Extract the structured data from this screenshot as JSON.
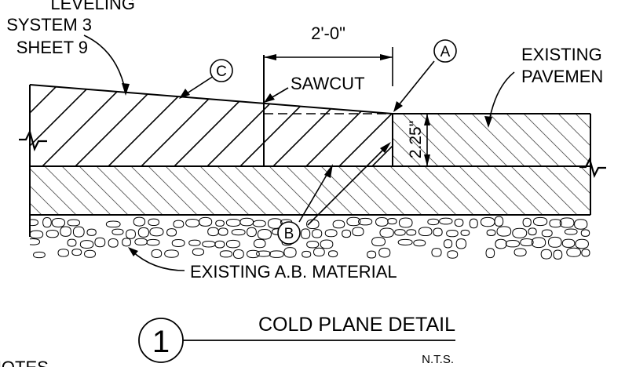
{
  "labels": {
    "leveling_1": "LEVELING",
    "leveling_2": "SYSTEM 3",
    "leveling_3": "SHEET 9",
    "dim_width": "2'-0\"",
    "sawcut": "SAWCUT",
    "existing_1": "EXISTING",
    "existing_2": "PAVEMEN",
    "dim_depth": "2.25\"",
    "base_material": "EXISTING A.B. MATERIAL",
    "title": "COLD PLANE DETAIL",
    "scale": "N.T.S.",
    "notes": "NOTES"
  },
  "callouts": {
    "a": "A",
    "b": "B",
    "c": "C",
    "detail_number": "1"
  },
  "colors": {
    "line": "#000000",
    "background": "#ffffff"
  }
}
